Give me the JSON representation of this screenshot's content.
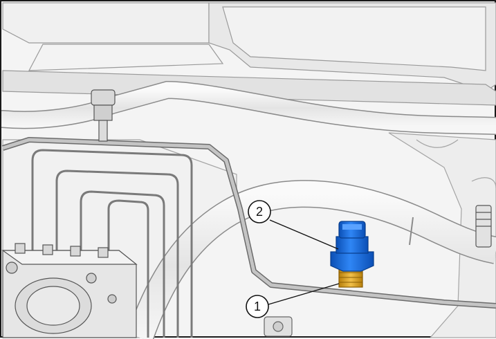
{
  "callouts": [
    {
      "number": "1",
      "part": "sensor"
    },
    {
      "number": "2",
      "part": "connector"
    }
  ],
  "colors": {
    "background": "#f4f4f4",
    "panel": "#e6e6e6",
    "panel_edge": "#b8b8b8",
    "line": "#6e6e6e",
    "pipe_fill": "#e9e9e9",
    "steel_pipe": "#8f8f8f",
    "connector_blue": "#1f6fe0",
    "connector_blue_dark": "#0b4fb5",
    "sensor_brass": "#e2a81e",
    "sensor_brass_dark": "#b77f0b",
    "callout_stroke": "#111111"
  },
  "icons": {
    "component": "pressure-switch-icon"
  }
}
